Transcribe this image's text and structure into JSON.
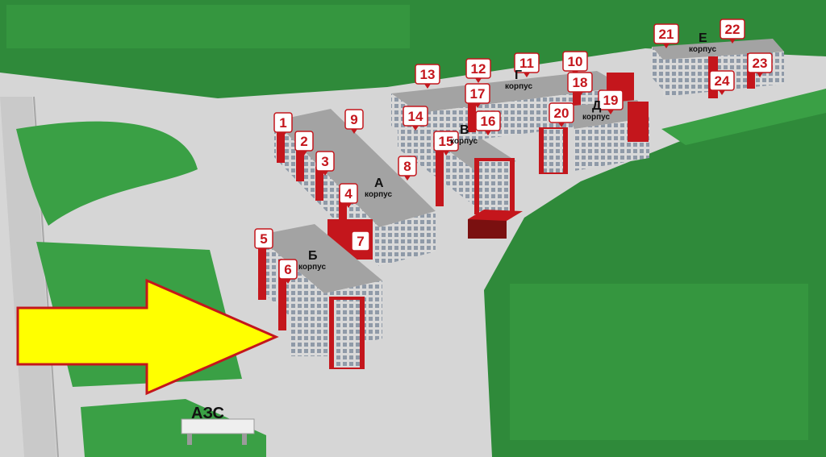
{
  "map": {
    "colors": {
      "background": "#2f8a3a",
      "ground": "#d6d6d6",
      "building_red": "#c4161c",
      "building_roof": "#9c9c9c",
      "arrow_fill": "#ffff00",
      "arrow_stroke": "#c4161c",
      "label_text": "#c4161c"
    },
    "corpus_word": "корпус",
    "corpuses": [
      {
        "id": "A",
        "letter": "А"
      },
      {
        "id": "B",
        "letter": "Б"
      },
      {
        "id": "V",
        "letter": "В"
      },
      {
        "id": "G",
        "letter": "Г"
      },
      {
        "id": "D",
        "letter": "Д"
      },
      {
        "id": "E",
        "letter": "Е"
      }
    ],
    "entrances": [
      "1",
      "2",
      "3",
      "4",
      "5",
      "6",
      "7",
      "8",
      "9",
      "10",
      "11",
      "12",
      "13",
      "14",
      "15",
      "16",
      "17",
      "18",
      "19",
      "20",
      "21",
      "22",
      "23",
      "24"
    ],
    "gas_station_label": "АЗС",
    "arrow_icon": "direction-arrow-icon"
  }
}
